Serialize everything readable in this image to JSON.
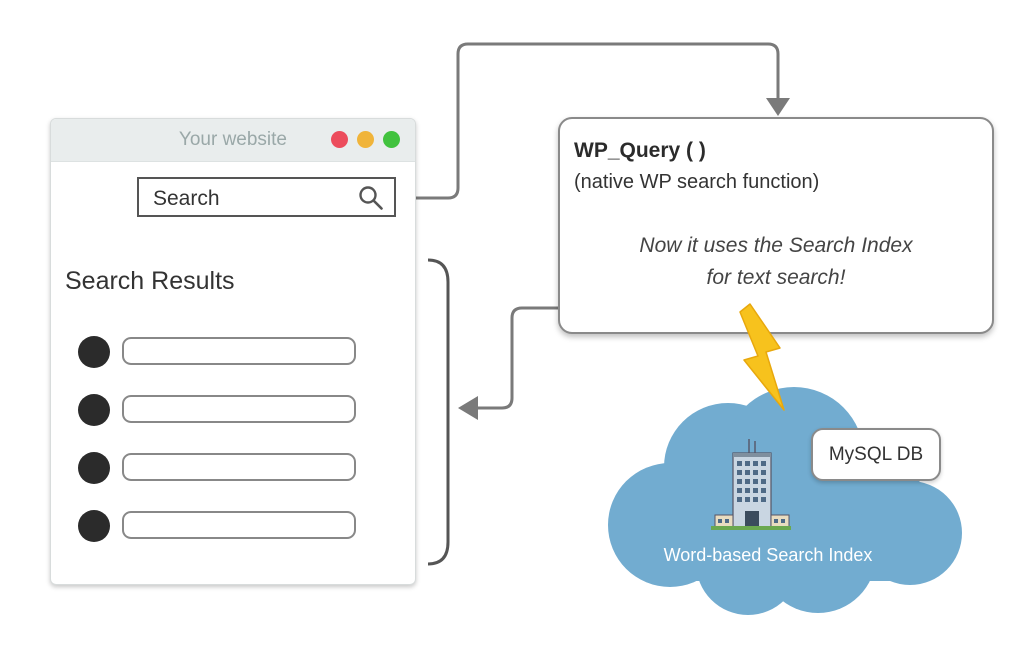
{
  "browser": {
    "title": "Your website",
    "window_dots": [
      "#ec4c5c",
      "#f0b43a",
      "#41c23e"
    ],
    "search": {
      "placeholder": "Search",
      "icon": "search-icon"
    },
    "results_title": "Search Results",
    "result_item_count": 4
  },
  "wp_query": {
    "title": "WP_Query ( )",
    "subtitle": "(native WP search function)",
    "note_line1": "Now it uses the Search Index",
    "note_line2": "for text search!"
  },
  "search_index": {
    "label": "Word-based Search Index",
    "icon": "server-building-icon",
    "cloud_color": "#72acd0"
  },
  "database": {
    "label": "MySQL DB"
  },
  "connector": {
    "icon": "lightning-bolt-icon",
    "bolt_color": "#f7c21d",
    "arrow_color": "#7a7a7a"
  }
}
